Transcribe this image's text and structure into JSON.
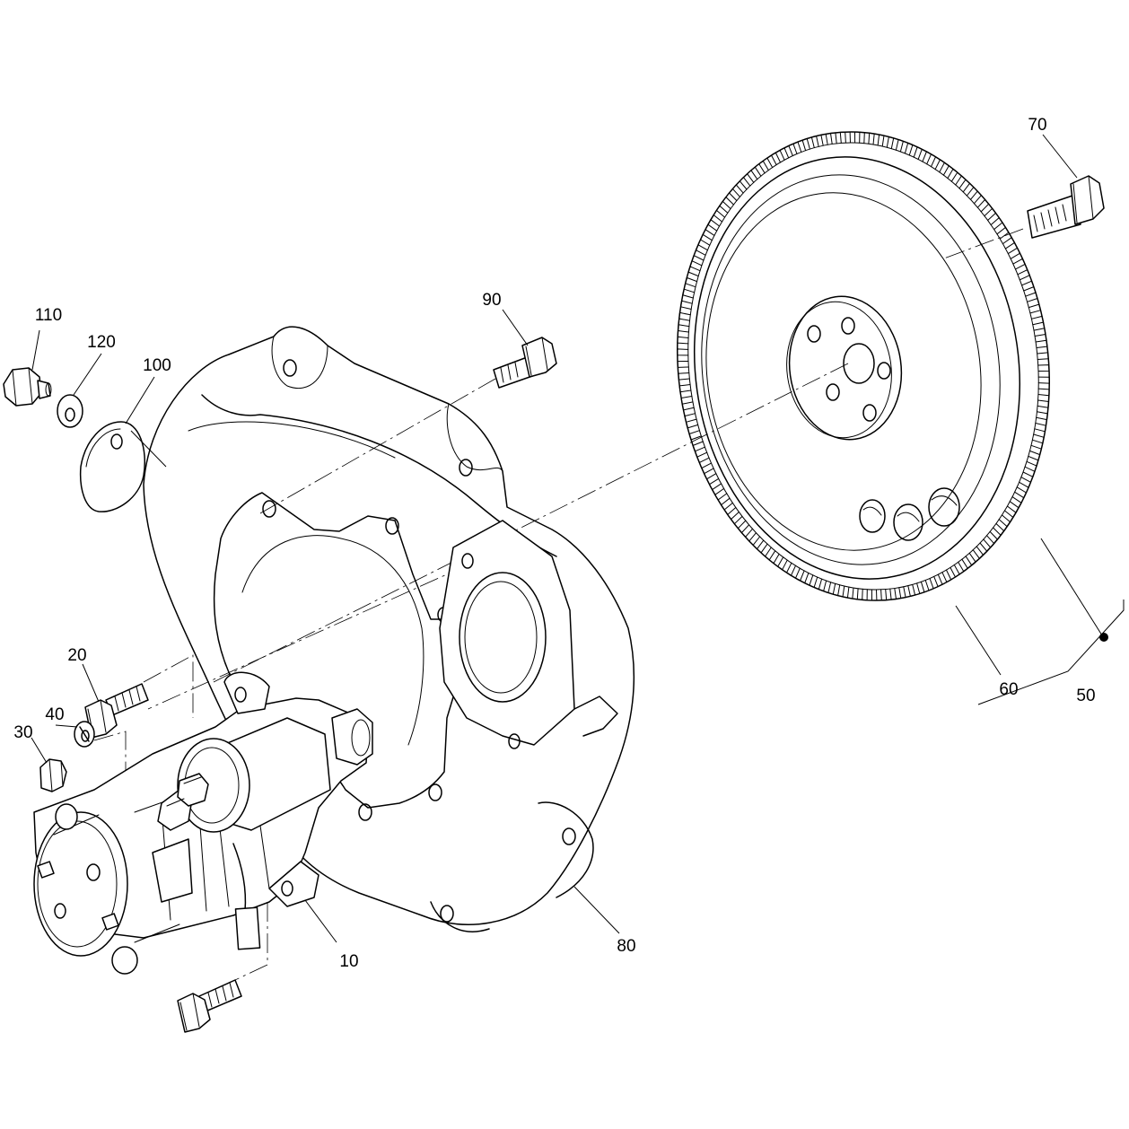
{
  "callouts": {
    "c10": "10",
    "c20": "20",
    "c30": "30",
    "c40": "40",
    "c50": "50",
    "c60": "60",
    "c70": "70",
    "c80": "80",
    "c90": "90",
    "c100": "100",
    "c110": "110",
    "c120": "120"
  }
}
